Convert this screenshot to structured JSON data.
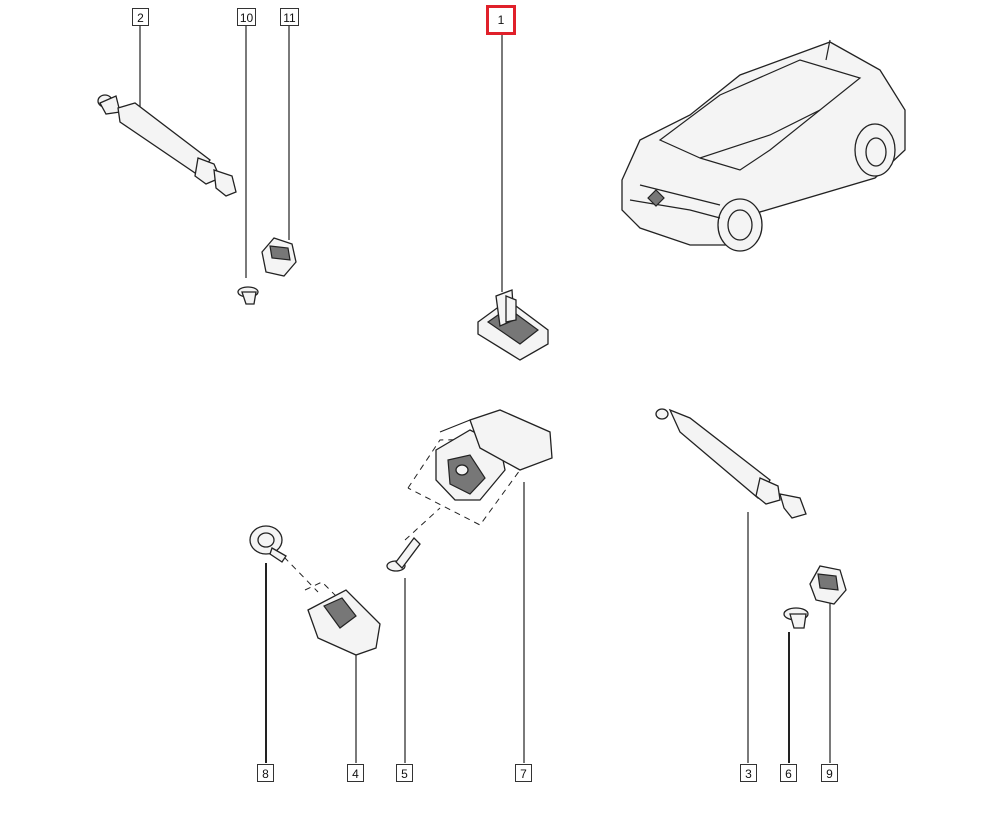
{
  "diagram": {
    "callouts": [
      {
        "id": "1",
        "label": "1",
        "active": true
      },
      {
        "id": "2",
        "label": "2",
        "active": false
      },
      {
        "id": "3",
        "label": "3",
        "active": false
      },
      {
        "id": "4",
        "label": "4",
        "active": false
      },
      {
        "id": "5",
        "label": "5",
        "active": false
      },
      {
        "id": "6",
        "label": "6",
        "active": false
      },
      {
        "id": "7",
        "label": "7",
        "active": false
      },
      {
        "id": "8",
        "label": "8",
        "active": false
      },
      {
        "id": "9",
        "label": "9",
        "active": false
      },
      {
        "id": "10",
        "label": "10",
        "active": false
      },
      {
        "id": "11",
        "label": "11",
        "active": false
      }
    ],
    "highlight_color": "#e0202a"
  }
}
